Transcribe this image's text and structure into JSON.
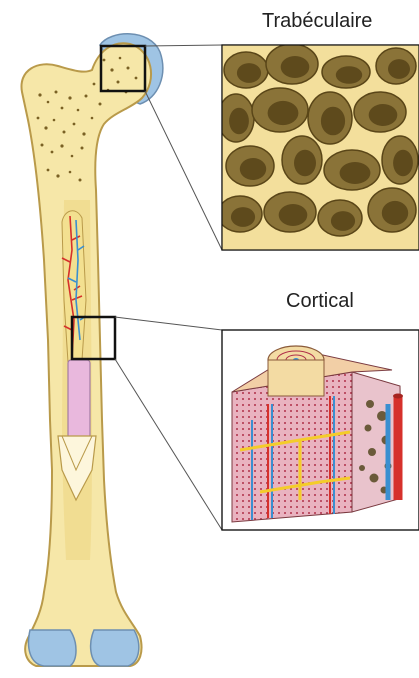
{
  "labels": {
    "trabecular": "Trabéculaire",
    "cortical": "Cortical"
  },
  "colors": {
    "bone": "#f6e7a8",
    "bone_outline": "#b99a4a",
    "bone_shadow": "#e2c87a",
    "trabecular_strut": "#f3df9c",
    "trabecular_pore": "#8a7338",
    "cartilage": "#9fc4e4",
    "artery": "#d6302b",
    "vein": "#3a8fd0",
    "marrow_yellow": "#f3e090",
    "medullary_tube": "#e9b8dd",
    "lamella_pink": "#e9b3c0",
    "nerve_yellow": "#f4cc2a",
    "outline": "#111111"
  },
  "icons": {
    "femur": "femur-bone-illustration",
    "trabecular_bone": "spongy-bone-texture",
    "cortical_bone": "compact-bone-osteon-block"
  }
}
